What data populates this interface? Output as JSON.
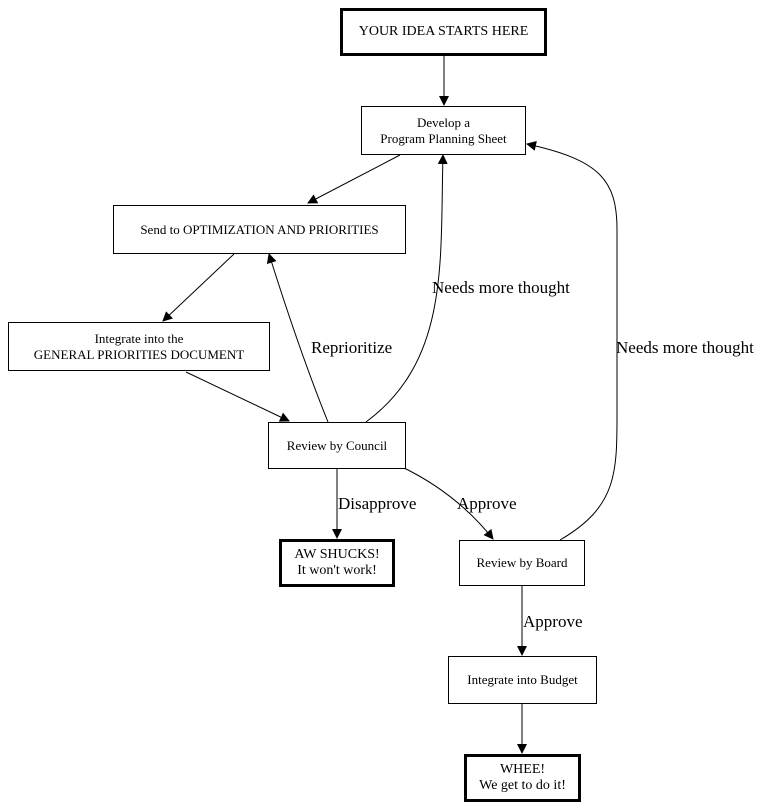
{
  "nodes": {
    "start": {
      "lines": [
        "YOUR IDEA STARTS HERE"
      ]
    },
    "develop": {
      "lines": [
        "Develop a",
        "Program Planning Sheet"
      ]
    },
    "optimization": {
      "lines": [
        "Send to OPTIMIZATION AND PRIORITIES"
      ]
    },
    "integrate_gpd": {
      "lines": [
        "Integrate into the",
        "GENERAL PRIORITIES DOCUMENT"
      ]
    },
    "council": {
      "lines": [
        "Review by Council"
      ]
    },
    "aw_shucks": {
      "lines": [
        "AW SHUCKS!",
        "It won't work!"
      ]
    },
    "board": {
      "lines": [
        "Review by Board"
      ]
    },
    "budget": {
      "lines": [
        "Integrate into Budget"
      ]
    },
    "whee": {
      "lines": [
        "WHEE!",
        "We get to do it!"
      ]
    }
  },
  "edge_labels": {
    "needs_more_thought_council": "Needs more thought",
    "reprioritize": "Reprioritize",
    "needs_more_thought_board": "Needs more thought",
    "disapprove": "Disapprove",
    "approve_council": "Approve",
    "approve_board": "Approve"
  }
}
